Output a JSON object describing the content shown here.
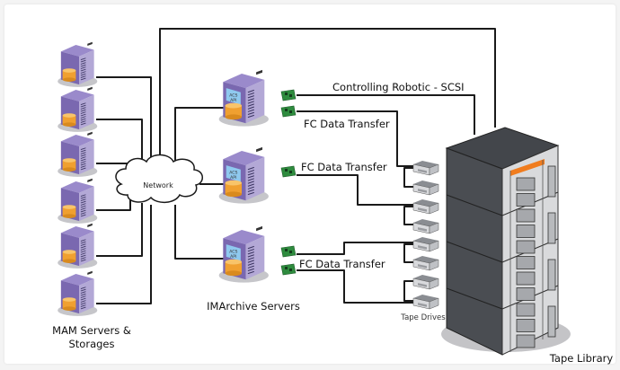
{
  "diagram": {
    "network_label": "Network",
    "mam_label_line1": "MAM Servers &",
    "mam_label_line2": "Storages",
    "imarchive_label": "IMArchive Servers",
    "tape_drives_label": "Tape Drives",
    "tape_library_label": "Tape Library",
    "controlling_label": "Controlling Robotic - SCSI",
    "fc_labels": [
      "FC Data Transfer",
      "FC Data Transfer",
      "FC Data Transfer"
    ],
    "server_screen_text": [
      "ACS",
      "API"
    ],
    "colors": {
      "server_purple": "#7a68b0",
      "server_purple_dark": "#5a4a90",
      "storage_orange": "#f0a030",
      "card_green": "#2e8b3e",
      "library_dark": "#4a4d52",
      "library_accent": "#f07c1e",
      "wire": "#1a1a1a"
    },
    "counts": {
      "mam_servers": 6,
      "imarchive_servers": 3,
      "tape_drives": 8,
      "library_modules": 4
    }
  }
}
